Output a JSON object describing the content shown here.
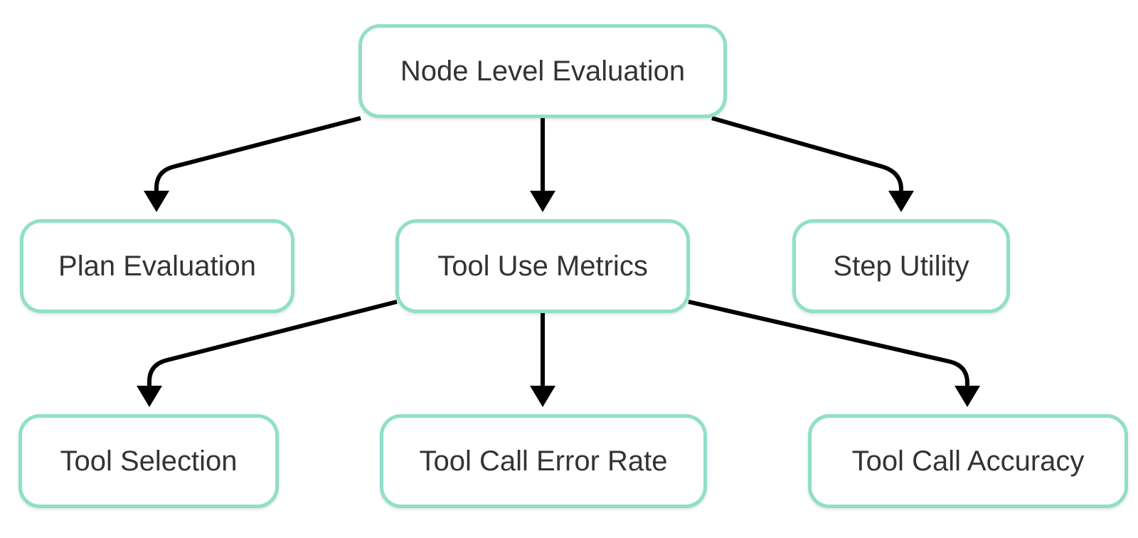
{
  "diagram": {
    "nodes": {
      "root": "Node Level Evaluation",
      "plan": "Plan Evaluation",
      "tool": "Tool Use Metrics",
      "step": "Step Utility",
      "selection": "Tool Selection",
      "error": "Tool Call Error Rate",
      "accuracy": "Tool Call Accuracy"
    },
    "edges": [
      {
        "from": "root",
        "to": "plan"
      },
      {
        "from": "root",
        "to": "tool"
      },
      {
        "from": "root",
        "to": "step"
      },
      {
        "from": "tool",
        "to": "selection"
      },
      {
        "from": "tool",
        "to": "error"
      },
      {
        "from": "tool",
        "to": "accuracy"
      }
    ],
    "colors": {
      "node_border": "#8fdfca",
      "edge": "#000000",
      "text": "#333333"
    }
  }
}
